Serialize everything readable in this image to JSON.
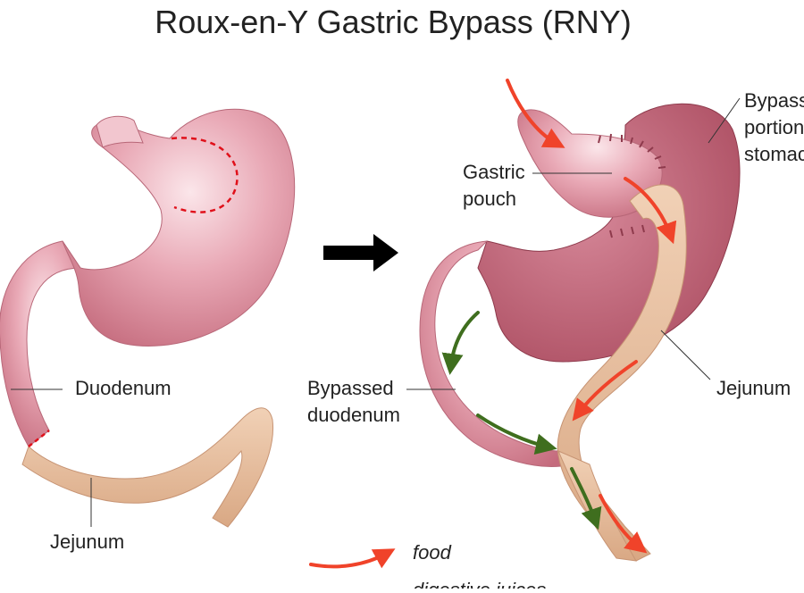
{
  "title": "Roux-en-Y Gastric Bypass (RNY)",
  "labels": {
    "duodenum": "Duodenum",
    "jejunum_left": "Jejunum",
    "gastric_pouch_line1": "Gastric",
    "gastric_pouch_line2": "pouch",
    "bypassed_stomach_line1": "Bypass",
    "bypassed_stomach_line2": "portion",
    "bypassed_stomach_line3": "stomac",
    "bypassed_duodenum_line1": "Bypassed",
    "bypassed_duodenum_line2": "duodenum",
    "jejunum_right": "Jejunum"
  },
  "legend": {
    "food": "food",
    "digestive_juices": "digestive juices"
  },
  "colors": {
    "stomach": "#d98a99",
    "stomach_dark": "#b85a6c",
    "jejunum": "#e9c3a3",
    "food_arrow": "#f0432a",
    "juice_arrow": "#3f6e1e",
    "main_arrow": "#000000"
  }
}
